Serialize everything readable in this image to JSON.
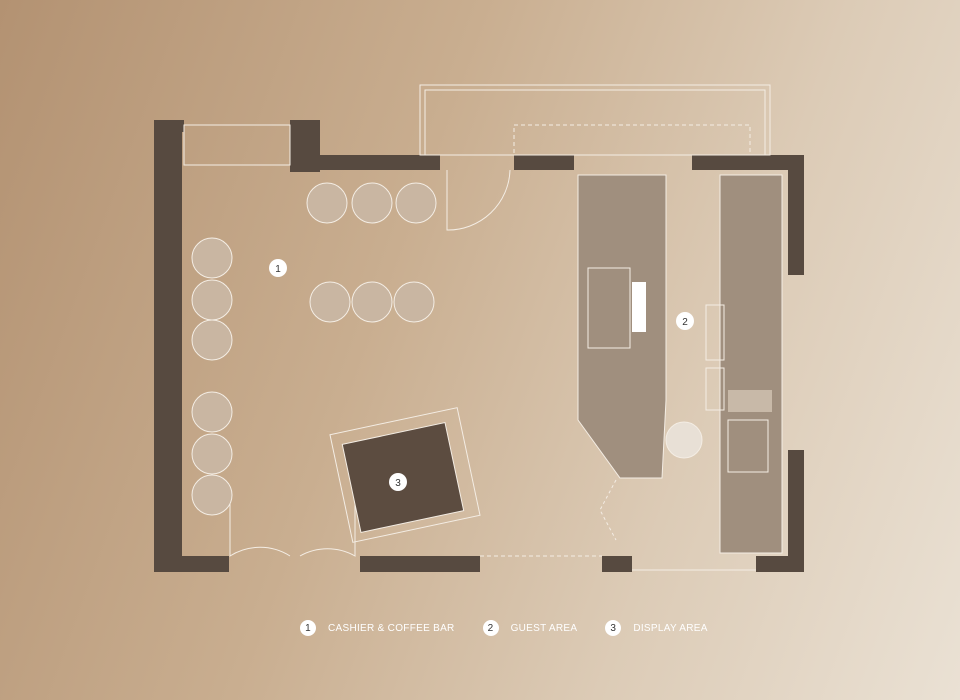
{
  "plan": {
    "markers": [
      "1",
      "2",
      "3"
    ],
    "colors": {
      "wall": "#574a40",
      "counter": "#a08f7e",
      "display": "#5c4c40",
      "line": "#f4ede4"
    }
  },
  "legend": [
    {
      "number": "1",
      "label": "CASHIER & COFFEE BAR"
    },
    {
      "number": "2",
      "label": "GUEST AREA"
    },
    {
      "number": "3",
      "label": "DISPLAY AREA"
    }
  ]
}
